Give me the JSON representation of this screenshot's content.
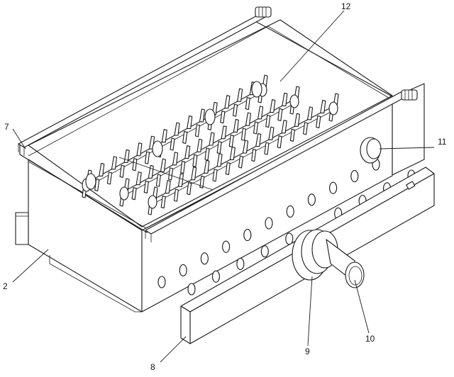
{
  "figure": {
    "callouts": [
      {
        "id": "label-2",
        "text": "2"
      },
      {
        "id": "label-7",
        "text": "7"
      },
      {
        "id": "label-8",
        "text": "8"
      },
      {
        "id": "label-9",
        "text": "9"
      },
      {
        "id": "label-10",
        "text": "10"
      },
      {
        "id": "label-11",
        "text": "11"
      },
      {
        "id": "label-12",
        "text": "12"
      }
    ]
  }
}
